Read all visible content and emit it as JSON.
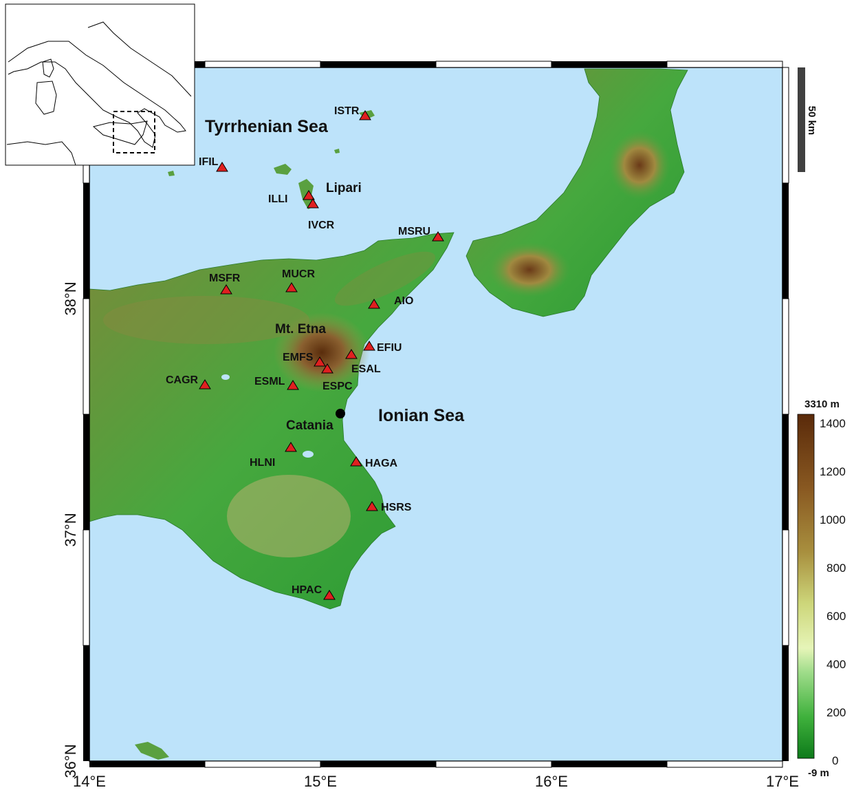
{
  "map": {
    "seas": {
      "tyrrhenian": "Tyrrhenian Sea",
      "ionian": "Ionian Sea"
    },
    "places": {
      "lipari": "Lipari",
      "etna": "Mt. Etna",
      "catania": "Catania"
    },
    "stations": [
      {
        "code": "ISTR"
      },
      {
        "code": "IFIL"
      },
      {
        "code": "ILLI"
      },
      {
        "code": "IVCR"
      },
      {
        "code": "MSRU"
      },
      {
        "code": "MSFR"
      },
      {
        "code": "MUCR"
      },
      {
        "code": "AIO"
      },
      {
        "code": "EFIU"
      },
      {
        "code": "EMFS"
      },
      {
        "code": "ESAL"
      },
      {
        "code": "ESPC"
      },
      {
        "code": "ESML"
      },
      {
        "code": "CAGR"
      },
      {
        "code": "HLNI"
      },
      {
        "code": "HAGA"
      },
      {
        "code": "HSRS"
      },
      {
        "code": "HPAC"
      }
    ],
    "x_ticks": [
      "14°E",
      "15°E",
      "16°E",
      "17°E"
    ],
    "y_ticks": [
      "36°N",
      "37°N",
      "38°N"
    ],
    "scale_bar": "50 km",
    "colorbar": {
      "max_label": "3310 m",
      "min_label": "-9 m",
      "ticks": [
        "1400",
        "1200",
        "1000",
        "800",
        "600",
        "400",
        "200",
        "0"
      ]
    },
    "colors": {
      "sea": "#bde3fa",
      "station_marker": "#e02020",
      "low_elevation": "#1e8a2a",
      "high_elevation": "#5a2d0c"
    }
  }
}
